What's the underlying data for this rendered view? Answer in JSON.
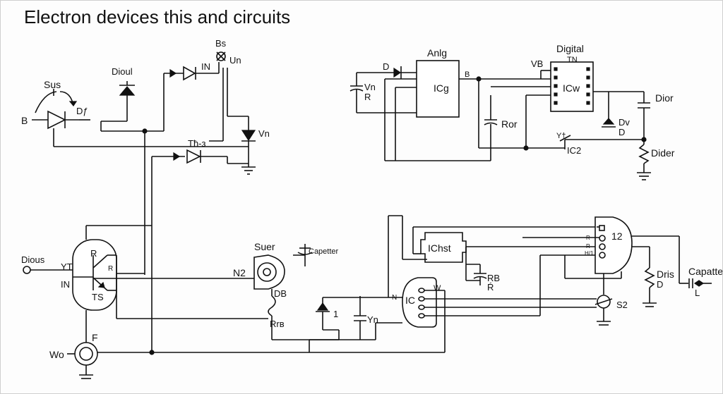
{
  "title": "Electron devices this and circuits",
  "labels": {
    "sus": "Sus",
    "b_left": "B",
    "d2": "Dƒ",
    "diode_top": "Dioul",
    "bs": "Bs",
    "un": "Un",
    "in_top": "IN",
    "vn_top": "Vn",
    "th3": "Tħ-з",
    "d_top": "D",
    "anlg": "Anlg",
    "vn_r": "Vn",
    "r_small": "R",
    "icg": "ICg",
    "b_node": "B",
    "ror": "Ror",
    "digital": "Digital",
    "tn": "TN",
    "vb": "VB",
    "icw": "ICw",
    "dior": "Dior",
    "dv": "Dv",
    "d_dv": "D",
    "y_top": "Y†",
    "ic2": "IC2",
    "dider": "Dider",
    "dious": "Dious",
    "yt": "YT",
    "in_left": "IN",
    "r_tr": "R",
    "r_tr2": "R",
    "ts": "TS",
    "suer": "Suer",
    "capetter": "Capetter",
    "n2": "N2",
    "db": "DB",
    "rrb": "Rrв",
    "f": "F",
    "wo": "Wo",
    "ichst": "IChst",
    "rb": "RB",
    "rk": "Ŕ",
    "n_ic": "N",
    "w_ic": "W",
    "icc": "IC",
    "one": "1",
    "yn": "Yn",
    "n12": "12",
    "r_g1": "R",
    "r_g2": "R",
    "r_g3": "H/1",
    "dris": "Dris",
    "d_dris": "D",
    "s2": "S2",
    "capatte": "Capatte",
    "l": "L"
  },
  "colors": {
    "ink": "#111111",
    "paper": "#fdfdfd"
  }
}
